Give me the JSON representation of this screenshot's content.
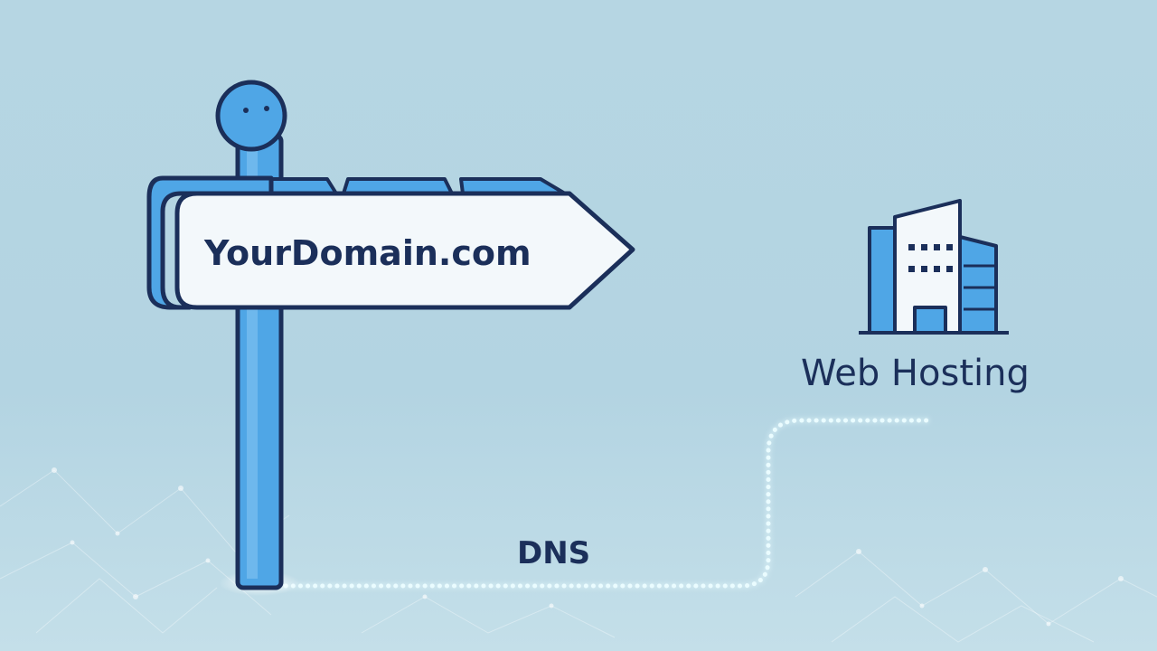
{
  "signpost": {
    "label": "YourDomain.com"
  },
  "connection": {
    "label": "DNS"
  },
  "destination": {
    "label": "Web Hosting",
    "icon": "building-icon"
  },
  "colors": {
    "background": "#b6d6e3",
    "sign_face": "#f3f8fb",
    "sign_blue": "#4fa6e6",
    "outline": "#1b2f5a",
    "glow": "#e8fbff"
  }
}
